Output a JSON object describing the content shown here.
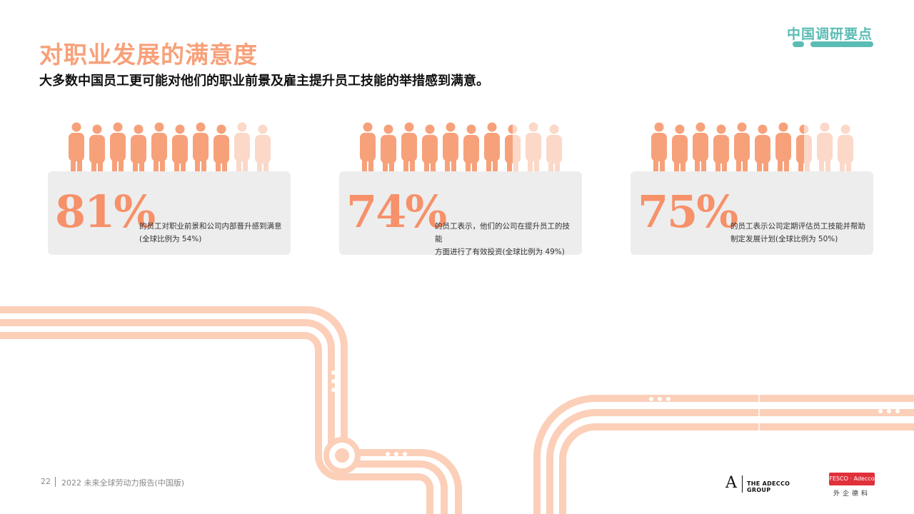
{
  "header": {
    "section_tag": "中国调研要点",
    "title": "对职业发展的满意度",
    "subtitle": "大多数中国员工更可能对他们的职业前景及雇主提升员工技能的举措感到满意。"
  },
  "stats": [
    {
      "value": "81%",
      "desc_line1": "的员工对职业前景和公司内部晋升感到满意",
      "desc_line2": "(全球比例为 54%)",
      "highlighted_people": 8,
      "total_people": 10
    },
    {
      "value": "74%",
      "desc_line1": "的员工表示，他们的公司在提升员工的技能",
      "desc_line2": "方面进行了有效投资(全球比例为 49%)",
      "highlighted_people": 7.5,
      "total_people": 10
    },
    {
      "value": "75%",
      "desc_line1": "的员工表示公司定期评估员工技能并帮助",
      "desc_line2": "制定发展计划(全球比例为 50%)",
      "highlighted_people": 7.5,
      "total_people": 10
    }
  ],
  "footer": {
    "page_number": "22",
    "report_title": "2022 未来全球劳动力报告(中国版)",
    "adecco_mark": "A",
    "adecco_group": "THE ADECCO GROUP",
    "fesco_badge": "FESCO · Adecco",
    "fesco_cn": "外企德科"
  },
  "colors": {
    "accent_orange": "#f7a17a",
    "stat_orange": "#f6916a",
    "people_light": "#fbd8c8",
    "teal": "#5bbcb4",
    "card_bg": "#ededed",
    "track": "#fccfb9"
  }
}
